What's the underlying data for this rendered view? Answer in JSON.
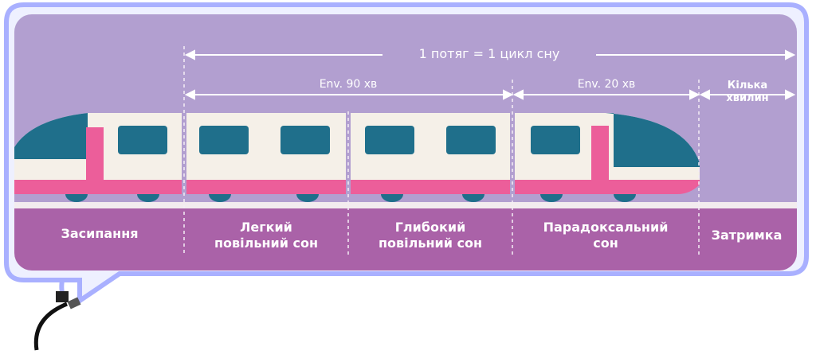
{
  "diagram": {
    "cycle_label": "1 потяг = 1 цикл сну",
    "spans": [
      {
        "label": "Env. 90 хв"
      },
      {
        "label": "Env. 20 хв"
      },
      {
        "label": "Кілька\nхвилин"
      }
    ],
    "stages": [
      {
        "label": "Засипання"
      },
      {
        "label": "Легкий\nповільний сон"
      },
      {
        "label": "Глибокий\nповільний сон"
      },
      {
        "label": "Парадоксальний\nсон"
      },
      {
        "label": "Затримка"
      }
    ]
  },
  "colors": {
    "panel_top": "#b29fd0",
    "panel_bottom": "#aa62a8",
    "train_body": "#f5f0e8",
    "train_window": "#1f6f8b",
    "train_stripe": "#ec5e9a",
    "frame": "#9aa3ff"
  }
}
